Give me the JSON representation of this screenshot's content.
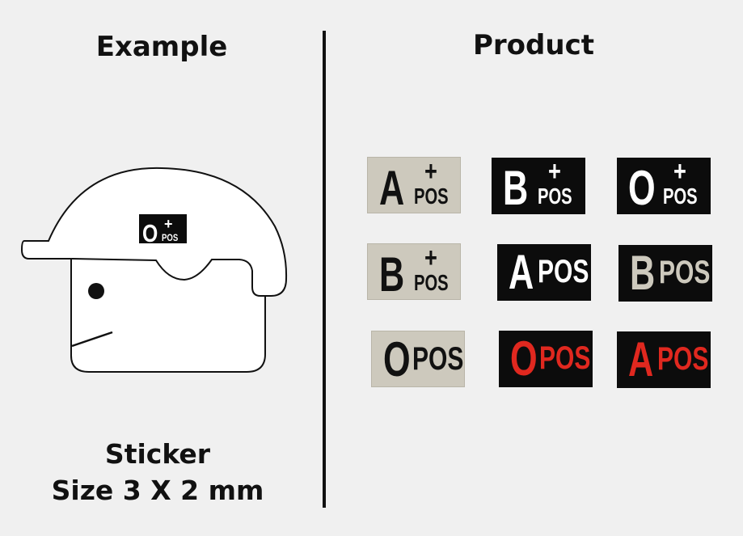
{
  "headings": {
    "example": "Example",
    "product": "Product"
  },
  "caption": {
    "line1": "Sticker",
    "line2": "Size 3 X 2 mm"
  },
  "helmet_patch": {
    "letter": "O",
    "plus": "+",
    "pos": "POS"
  },
  "colors": {
    "background": "#f0f0f0",
    "tan": "#cdc9bd",
    "black": "#0c0c0c",
    "red": "#e0281f",
    "dark_text": "#111111"
  },
  "patches": [
    {
      "letter": "A",
      "plus": "+",
      "pos": "POS",
      "style": "tan-black"
    },
    {
      "letter": "B",
      "plus": "+",
      "pos": "POS",
      "style": "black-white"
    },
    {
      "letter": "O",
      "plus": "+",
      "pos": "POS",
      "style": "black-white"
    },
    {
      "letter": "B",
      "plus": "+",
      "pos": "POS",
      "style": "tan-black"
    },
    {
      "letter": "A",
      "pos": "POS",
      "style": "black-white"
    },
    {
      "letter": "B",
      "pos": "POS",
      "style": "black-tan"
    },
    {
      "letter": "O",
      "pos": "POS",
      "style": "tan-black"
    },
    {
      "letter": "O",
      "pos": "POS",
      "style": "black-red"
    },
    {
      "letter": "A",
      "pos": "POS",
      "style": "black-red"
    }
  ]
}
